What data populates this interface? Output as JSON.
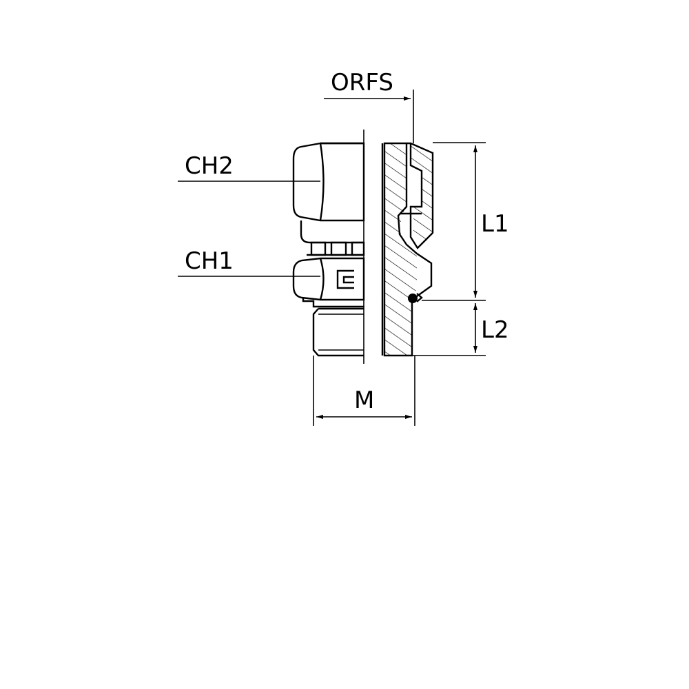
{
  "labels": {
    "orfs": "ORFS",
    "ch2": "CH2",
    "ch1": "CH1",
    "l1": "L1",
    "l2": "L2",
    "m": "M"
  },
  "colors": {
    "line": "#000000",
    "background": "#ffffff"
  }
}
